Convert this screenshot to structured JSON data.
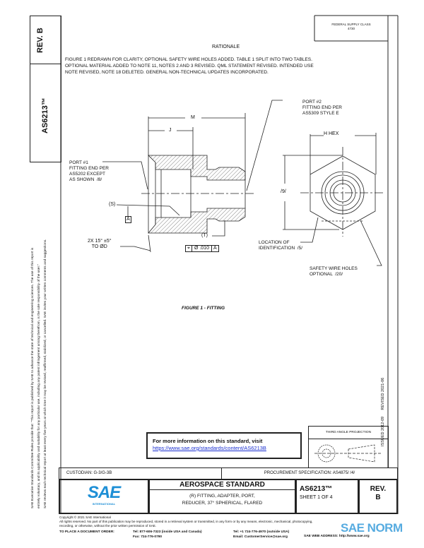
{
  "side": {
    "rev_label": "REV.",
    "rev_value": "B",
    "doc_number": "AS6213™",
    "disclaimer_1": "SAE Executive Standards Committee Rules provide that: \"This report is published by SAE to advance the state of technical and engineering sciences. The use of this report is",
    "disclaimer_2": "entirely voluntary, and its applicability and suitability for any particular use, including any patent infringement arising therefrom, is the sole responsibility of the user.\"",
    "disclaimer_3": "SAE reviews each technical report at least every five years at which time it may be revised, reaffirmed, stabilized, or cancelled. SAE invites your written comments and suggestions."
  },
  "header": {
    "supply_class_label": "FEDERAL SUPPLY CLASS",
    "supply_class_value": "4730",
    "rationale_title": "RATIONALE",
    "rationale_text_1": "FIGURE 1 REDRAWN FOR CLARITY, OPTIONAL SAFETY WIRE HOLES ADDED. TABLE 1 SPLIT INTO TWO TABLES.",
    "rationale_text_2": "OPTIONAL MATERIAL ADDED TO NOTE 11, NOTES 2 AND 3 REVISED. QML STATEMENT REVISED. INTENDED USE",
    "rationale_text_3": "NOTE REVISED, NOTE 18 DELETED. GENERAL NON-TECHNICAL UPDATES INCORPORATED."
  },
  "figure": {
    "caption": "FIGURE 1 - FITTING",
    "dim_m": "M",
    "dim_j": "J",
    "dim_hhex": "H HEX",
    "dim_9": "/9/",
    "port1": "PORT #1\nFITTING END PER\nAS5202 EXCEPT\nAS SHOWN  /8/",
    "port2": "PORT #2\nFITTING END PER\nAS5309 STYLE E",
    "s_label": "(S)",
    "datum_a": "A",
    "chamfer": "2X 15° ±5°\nTO ØD",
    "t_label": "(T)",
    "tolerance": [
      "⌖",
      "Ø .010",
      "A"
    ],
    "location_id": "LOCATION OF\nIDENTIFICATION  /5/",
    "safety_wire": "SAFETY WIRE HOLES\nOPTIONAL  /20/"
  },
  "dates": {
    "issued": "ISSUED 2012-09",
    "revised": "REVISED 2021-06"
  },
  "info": {
    "text": "For more information on this standard, visit",
    "link": "https://www.sae.org/standards/content/AS6213B"
  },
  "projection": {
    "label": "THIRD ANGLE PROJECTION"
  },
  "title_block": {
    "custodian": "CUSTODIAN:  G-3/G-3B",
    "procurement": "PROCUREMENT SPECIFICATION: AS4875/  /4/",
    "logo_text": "SAE",
    "logo_sub": "INTERNATIONAL",
    "standard_type": "AEROSPACE STANDARD",
    "title_1": "(R) FITTING, ADAPTER, PORT,",
    "title_2": "REDUCER, 37° SPHERICAL, FLARED",
    "doc_number": "AS6213™",
    "sheet": "SHEET 1 OF 4",
    "rev_label": "REV.",
    "rev_value": "B"
  },
  "footer": {
    "copyright": "Copyright © 2021 SAE International",
    "rights": "All rights reserved. No part of this publication may be reproduced, stored in a retrieval system or transmitted, in any form or by any means, electronic, mechanical, photocopying,",
    "rights_2": "recording, or otherwise, without the prior written permission of SAE.",
    "order_label": "TO PLACE A DOCUMENT ORDER:",
    "tel_us": "Tel: 877-606-7323 (inside USA and Canada)",
    "fax": "Fax: 724-776-0790",
    "tel_intl": "Tel: +1 724-776-4970 (outside USA)",
    "email": "Email: CustomerService@sae.org",
    "web": "SAE WEB ADDRESS: http://www.sae.org"
  },
  "watermark": {
    "text": "SAE NORM"
  },
  "colors": {
    "sae_blue": "#1e8fd6",
    "link": "#1a2fd0"
  }
}
